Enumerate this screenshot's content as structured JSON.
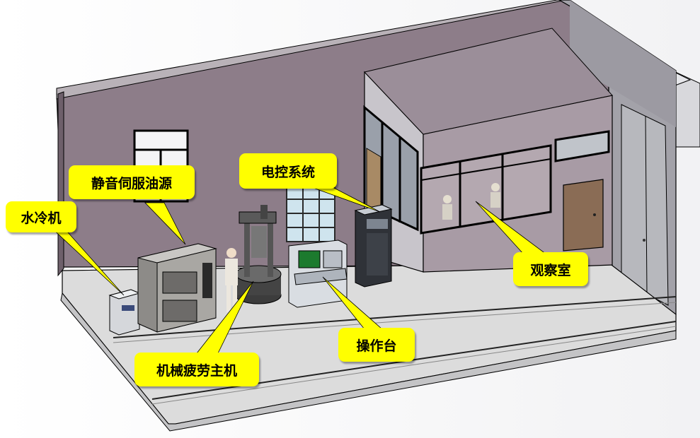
{
  "labels": {
    "water_cooler": "水冷机",
    "servo_oil_source": "静音伺服油源",
    "electric_control": "电控系统",
    "fatigue_machine": "机械疲劳主机",
    "console": "操作台",
    "observation_room": "观察室"
  },
  "colors": {
    "callout_fill": "#ffff00",
    "wall": "#8c7c88",
    "floor": "#dcdcdc",
    "outline": "#000000"
  }
}
